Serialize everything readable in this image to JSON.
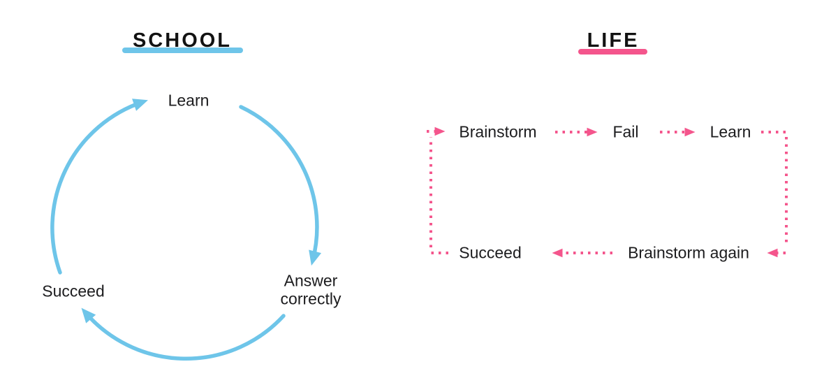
{
  "page": {
    "background_color": "#ffffff",
    "text_color": "#1c1c1e"
  },
  "school": {
    "title": "SCHOOL",
    "accent_color": "#6ec5e9",
    "diagram_type": "circular cycle, solid light-blue arrows, clockwise",
    "nodes": {
      "learn": "Learn",
      "answer_correctly": "Answer correctly",
      "succeed": "Succeed"
    },
    "flow": "Learn → Answer correctly → Succeed → Learn"
  },
  "life": {
    "title": "LIFE",
    "accent_color": "#f4558c",
    "diagram_type": "rectangular loop, dashed pink arrows, clockwise",
    "nodes": {
      "brainstorm": "Brainstorm",
      "fail": "Fail",
      "learn": "Learn",
      "brainstorm_again": "Brainstorm again",
      "succeed": "Succeed"
    },
    "flow": "Brainstorm → Fail → Learn → Brainstorm again → Succeed → Brainstorm"
  }
}
